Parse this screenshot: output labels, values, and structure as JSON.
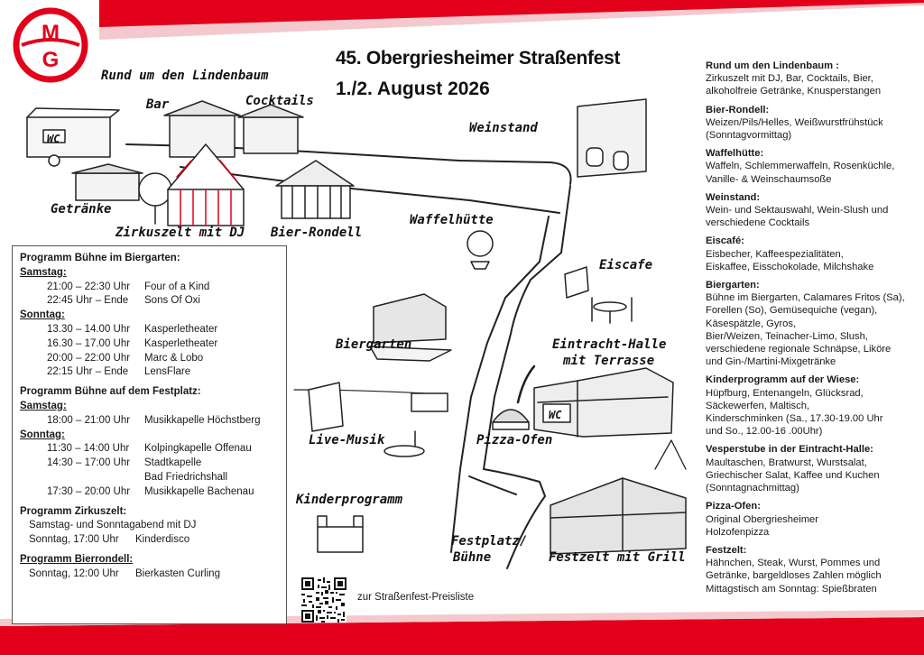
{
  "header": {
    "title": "45. Obergriesheimer Straßenfest",
    "date": "1./2. August 2026",
    "logo_letters": [
      "M",
      "G"
    ]
  },
  "colors": {
    "accent_red": "#e2001a",
    "stripe_light": "#f3c9cd",
    "ink": "#1a1a1a"
  },
  "map": {
    "labels": [
      {
        "key": "lindenbaum",
        "text": "Rund um den Lindenbaum"
      },
      {
        "key": "bar",
        "text": "Bar"
      },
      {
        "key": "cocktails",
        "text": "Cocktails"
      },
      {
        "key": "wc1",
        "text": "WC"
      },
      {
        "key": "getraenke",
        "text": "Getränke"
      },
      {
        "key": "zirkuszelt",
        "text": "Zirkuszelt mit DJ"
      },
      {
        "key": "bierrondell",
        "text": "Bier-Rondell"
      },
      {
        "key": "weinstand",
        "text": "Weinstand"
      },
      {
        "key": "waffelhuette",
        "text": "Waffelhütte"
      },
      {
        "key": "eiscafe",
        "text": "Eiscafe"
      },
      {
        "key": "biergarten",
        "text": "Biergarten"
      },
      {
        "key": "eintracht1",
        "text": "Eintracht-Halle"
      },
      {
        "key": "eintracht2",
        "text": "mit Terrasse"
      },
      {
        "key": "wc2",
        "text": "WC"
      },
      {
        "key": "livemusik",
        "text": "Live-Musik"
      },
      {
        "key": "pizzaofen",
        "text": "Pizza-Ofen"
      },
      {
        "key": "kinderprogramm",
        "text": "Kinderprogramm"
      },
      {
        "key": "festplatz1",
        "text": "Festplatz/"
      },
      {
        "key": "festplatz2",
        "text": "Bühne"
      },
      {
        "key": "festzelt",
        "text": "Festzelt mit Grill"
      }
    ]
  },
  "program": {
    "buehne_biergarten": {
      "title": "Programm Bühne im Biergarten:",
      "days": [
        {
          "day": "Samstag:",
          "rows": [
            {
              "time": "21:00 – 22:30 Uhr",
              "act": "Four of a Kind"
            },
            {
              "time": "22:45 Uhr – Ende",
              "act": "Sons Of Oxi"
            }
          ]
        },
        {
          "day": "Sonntag:",
          "rows": [
            {
              "time": "13.30 – 14.00 Uhr",
              "act": "Kasperletheater"
            },
            {
              "time": "16.30 – 17.00 Uhr",
              "act": "Kasperletheater"
            },
            {
              "time": "20:00 – 22:00 Uhr",
              "act": "Marc & Lobo"
            },
            {
              "time": "22:15 Uhr – Ende",
              "act": "LensFlare"
            }
          ]
        }
      ]
    },
    "buehne_festplatz": {
      "title": "Programm Bühne auf dem Festplatz:",
      "days": [
        {
          "day": "Samstag:",
          "rows": [
            {
              "time": "18:00 – 21:00 Uhr",
              "act": "Musikkapelle Höchstberg"
            }
          ]
        },
        {
          "day": "Sonntag:",
          "rows": [
            {
              "time": "11:30 – 14:00 Uhr",
              "act": "Kolpingkapelle Offenau"
            },
            {
              "time": "14:30 – 17:00 Uhr",
              "act": "Stadtkapelle"
            },
            {
              "time": "",
              "act": "Bad Friedrichshall"
            },
            {
              "time": "17:30 – 20:00 Uhr",
              "act": "Musikkapelle Bachenau"
            }
          ]
        }
      ]
    },
    "zirkuszelt": {
      "title": "Programm Zirkuszelt:",
      "line1": "Samstag- und Sonntagabend mit DJ",
      "row": {
        "time": "Sonntag, 17:00 Uhr",
        "act": "Kinderdisco"
      }
    },
    "bierrondell": {
      "title": "Programm Bierrondell:",
      "row": {
        "time": "Sonntag, 12:00 Uhr",
        "act": "Bierkasten Curling"
      }
    }
  },
  "qr": {
    "label": "zur Straßenfest-Preisliste"
  },
  "menu": [
    {
      "heading": "Rund um den Lindenbaum :",
      "lines": [
        "Zirkuszelt mit DJ, Bar, Cocktails, Bier,",
        "alkoholfreie Getränke, Knusperstangen"
      ]
    },
    {
      "heading": "Bier-Rondell:",
      "lines": [
        "Weizen/Pils/Helles, Weißwurstfrühstück",
        "(Sonntagvormittag)"
      ]
    },
    {
      "heading": "Waffelhütte:",
      "lines": [
        "Waffeln, Schlemmerwaffeln, Rosenküchle,",
        "Vanille- & Weinschaumsoße"
      ]
    },
    {
      "heading": "Weinstand:",
      "lines": [
        "Wein- und Sektauswahl, Wein-Slush und",
        "verschiedene Cocktails"
      ]
    },
    {
      "heading": "Eiscafé:",
      "lines": [
        "Eisbecher, Kaffeespezialitäten,",
        "Eiskaffee, Eisschokolade, Milchshake"
      ]
    },
    {
      "heading": "Biergarten:",
      "lines": [
        "Bühne im Biergarten, Calamares Fritos (Sa),",
        "Forellen (So), Gemüsequiche (vegan),",
        "Käsespätzle, Gyros,",
        "Bier/Weizen, Teinacher-Limo, Slush,",
        "verschiedene regionale Schnäpse, Liköre",
        "und Gin-/Martini-Mixgetränke"
      ]
    },
    {
      "heading": "Kinderprogramm auf der Wiese:",
      "lines": [
        "Hüpfburg, Entenangeln, Glücksrad,",
        "Säckewerfen, Maltisch,",
        "Kinderschminken (Sa., 17.30-19.00 Uhr",
        "und So., 12.00-16 .00Uhr)"
      ]
    },
    {
      "heading": "Vesperstube in der Eintracht-Halle:",
      "lines": [
        "Maultaschen, Bratwurst, Wurstsalat,",
        "Griechischer Salat, Kaffee und Kuchen",
        "(Sonntagnachmittag)"
      ]
    },
    {
      "heading": "Pizza-Ofen:",
      "lines": [
        "Original Obergriesheimer",
        "Holzofenpizza"
      ]
    },
    {
      "heading": "Festzelt:",
      "lines": [
        "Hähnchen, Steak, Wurst, Pommes und",
        "Getränke, bargeldloses Zahlen möglich",
        "Mittagstisch am Sonntag: Spießbraten"
      ]
    }
  ]
}
